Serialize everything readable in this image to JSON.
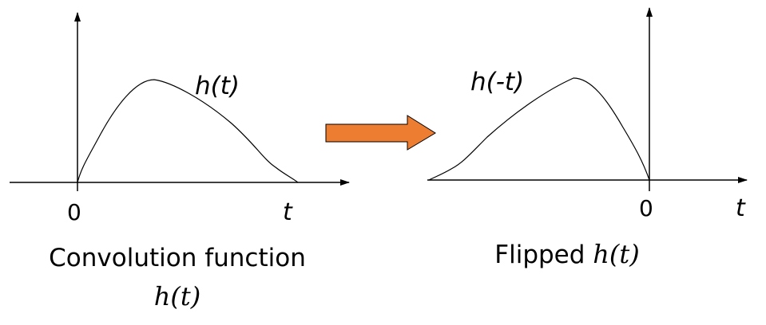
{
  "left_plot": {
    "curve_label": "h(t)",
    "origin_label": "0",
    "x_axis_label": "t",
    "caption_line1": "Convolution function",
    "caption_line2": "h(t)"
  },
  "arrow": {
    "color": "#ED7D31",
    "meaning": "transform"
  },
  "right_plot": {
    "curve_label": "h(-t)",
    "origin_label": "0",
    "x_axis_label": "t",
    "caption_prefix": "Flipped ",
    "caption_math": "h(t)"
  }
}
